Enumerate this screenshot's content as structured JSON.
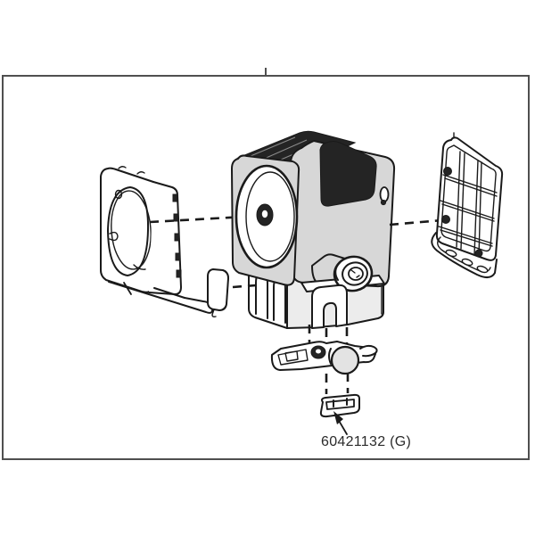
{
  "figure": {
    "label": "60421132 (G)",
    "palette": {
      "background": "#ffffff",
      "frame_border": "#4f4f4f",
      "line": "#1a1a1a",
      "fill_light": "#d7d7d7",
      "fill_mid": "#ececec",
      "fill_dark": "#242424",
      "ball_fill": "#e3e3e3",
      "label_color": "#2b2b2b"
    },
    "parts": [
      {
        "id": "front-bezel-part"
      },
      {
        "id": "main-housing-part"
      },
      {
        "id": "fan-disc-part"
      },
      {
        "id": "gas-valve-part"
      },
      {
        "id": "mounting-base-part"
      },
      {
        "id": "rear-bracket-part"
      },
      {
        "id": "side-cap-part"
      },
      {
        "id": "control-lever-part"
      },
      {
        "id": "retaining-clip-part"
      }
    ]
  }
}
